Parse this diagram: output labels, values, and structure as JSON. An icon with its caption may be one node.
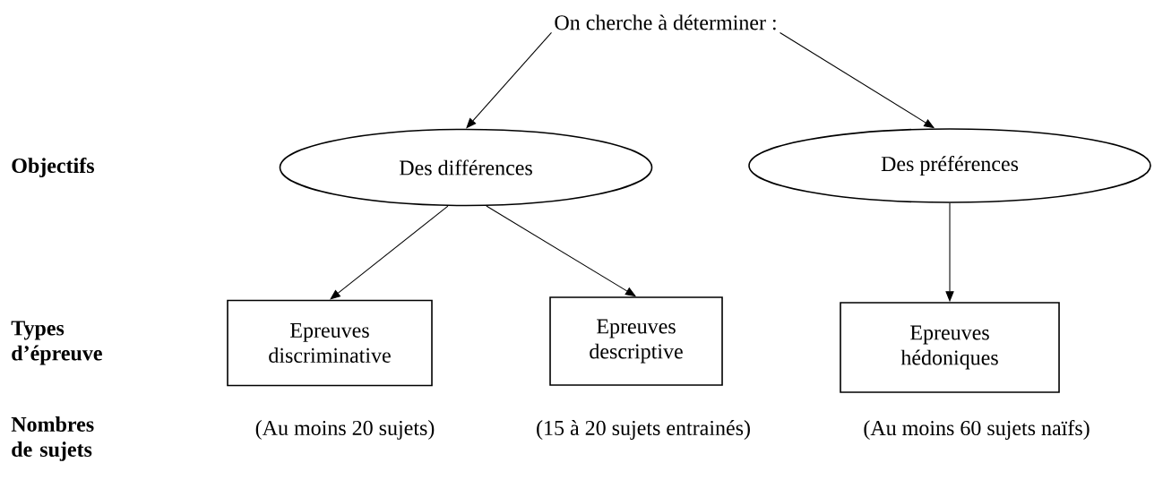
{
  "diagram": {
    "nodes": [
      {
        "text": [
          "On cherche à déterminer :"
        ]
      },
      {
        "text": [
          "Des différences"
        ]
      },
      {
        "text": [
          "Des préférences"
        ]
      },
      {
        "text": [
          "Epreuves discriminative"
        ],
        "beside": [
          "(Au moins 20 sujets)"
        ]
      },
      {
        "text": [
          "Epreuves descriptive"
        ],
        "beside": [
          "(15 à 20 sujets entrainés)"
        ]
      },
      {
        "text": [
          "Epreuves hédoniques"
        ],
        "beside": [
          "(Au moins 60 sujets naïfs)"
        ]
      }
    ],
    "edges": [
      {
        "from": 0,
        "to": 1,
        "arrow": "to"
      },
      {
        "from": 0,
        "to": 2,
        "arrow": "to"
      },
      {
        "from": 1,
        "to": 3,
        "arrow": "to"
      },
      {
        "from": 1,
        "to": 4,
        "arrow": "to"
      },
      {
        "from": 2,
        "to": 5,
        "arrow": "to"
      }
    ],
    "labels": [
      "Objectifs",
      "Types d’épreuve",
      "Nombres de sujets"
    ]
  }
}
